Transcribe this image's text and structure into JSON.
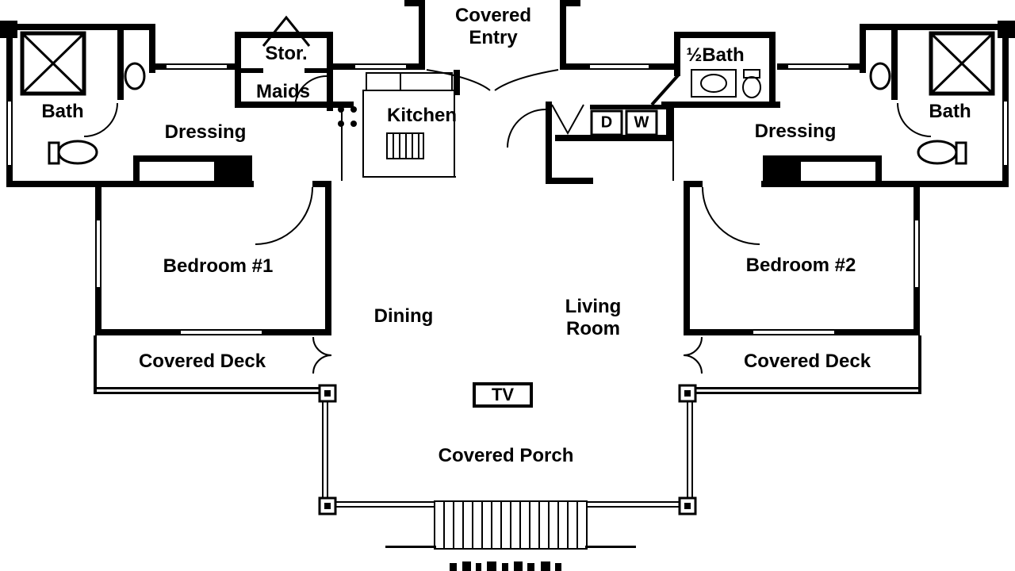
{
  "plan": {
    "title_hint": "House first-floor plan drawing",
    "colors": {
      "ink": "#000000",
      "paper": "#ffffff"
    },
    "rooms": {
      "covered_entry": {
        "line1": "Covered",
        "line2": "Entry"
      },
      "stor": "Stor.",
      "maids": "Maids",
      "kitchen": "Kitchen",
      "half_bath": "½Bath",
      "bath_left": "Bath",
      "bath_right": "Bath",
      "dressing_left": "Dressing",
      "dressing_right": "Dressing",
      "bedroom_1": "Bedroom #1",
      "bedroom_2": "Bedroom #2",
      "dining": "Dining",
      "living_room": {
        "line1": "Living",
        "line2": "Room"
      },
      "covered_deck_left": "Covered Deck",
      "covered_deck_right": "Covered Deck",
      "covered_porch": "Covered Porch"
    },
    "appliances": {
      "tv": "TV",
      "dryer": "D",
      "washer": "W"
    }
  }
}
